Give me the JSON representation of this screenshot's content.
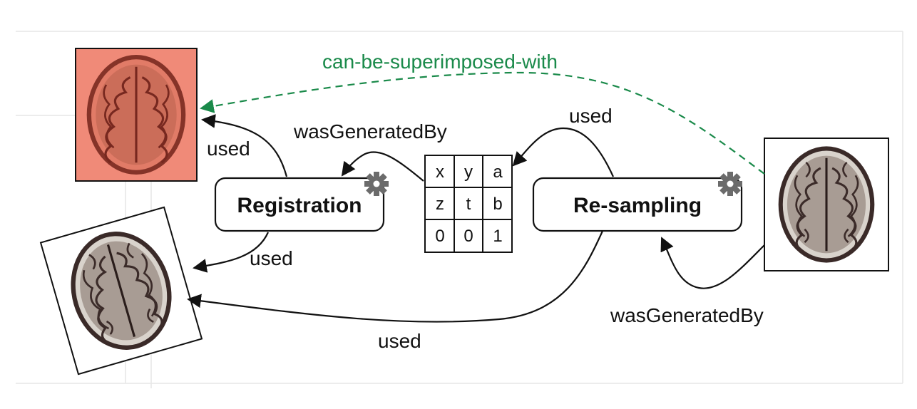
{
  "colors": {
    "edge": "#111111",
    "highlight_edge": "#1a8a4a",
    "highlight_image": "#f08a78",
    "gear": "#6b6b6b"
  },
  "processes": {
    "registration": {
      "label": "Registration",
      "icon": "gear-icon"
    },
    "resampling": {
      "label": "Re-sampling",
      "icon": "gear-icon"
    }
  },
  "matrix": {
    "rows": [
      [
        "x",
        "y",
        "a"
      ],
      [
        "z",
        "t",
        "b"
      ],
      [
        "0",
        "0",
        "1"
      ]
    ]
  },
  "edges": {
    "superimposed": "can-be-superimposed-with",
    "reg_used_top": "used",
    "reg_used_bottom": "used",
    "matrix_generated_by": "wasGeneratedBy",
    "resampling_used_matrix": "used",
    "resampling_used_moving": "used",
    "output_generated_by": "wasGeneratedBy"
  },
  "images": {
    "reference": "brain-mri-reference",
    "moving": "brain-mri-moving-rotated",
    "output": "brain-mri-resampled"
  }
}
